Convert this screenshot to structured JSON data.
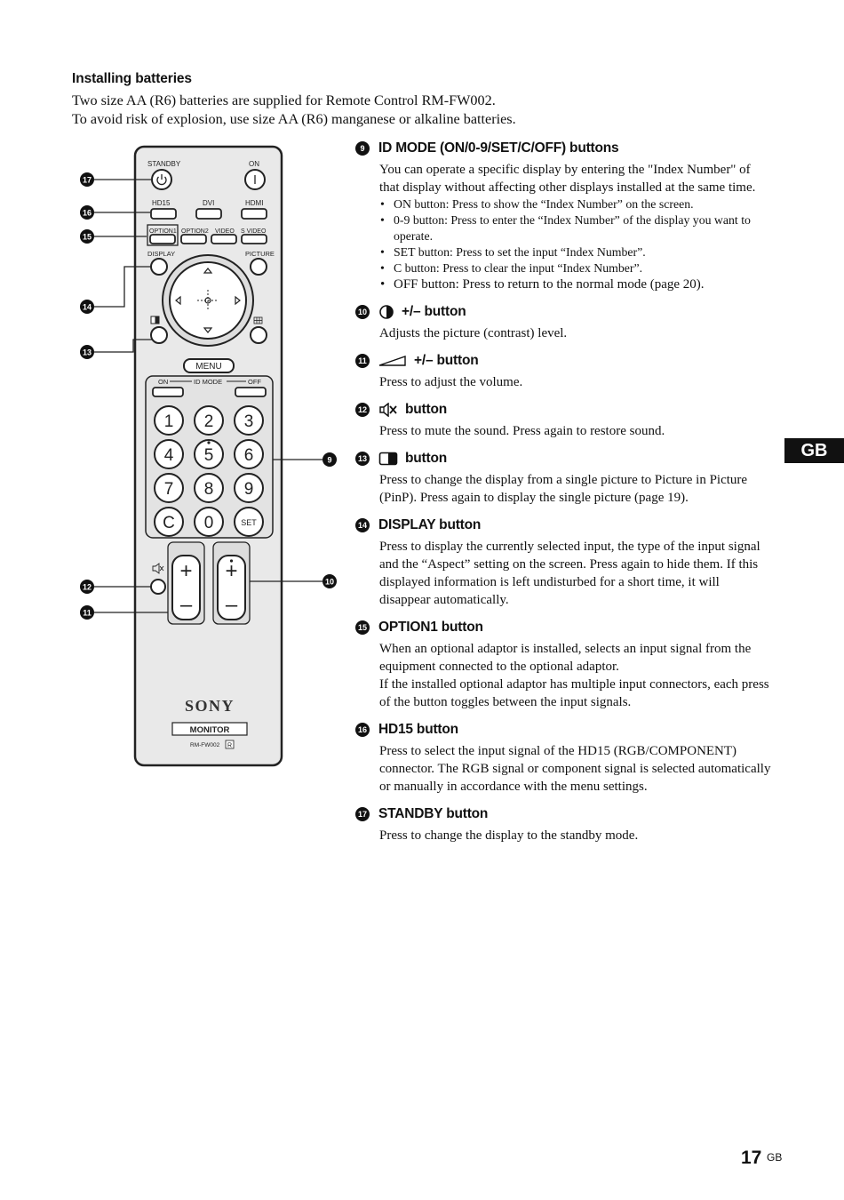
{
  "intro": {
    "heading": "Installing batteries",
    "line1": "Two size AA (R6) batteries are supplied for Remote Control RM-FW002.",
    "line2": "To avoid risk of explosion, use size AA (R6) manganese or alkaline batteries."
  },
  "remote": {
    "labels": {
      "standby": "STANDBY",
      "on": "ON",
      "hd15": "HD15",
      "dvi": "DVI",
      "hdmi": "HDMI",
      "option1": "OPTION1",
      "option2": "OPTION2",
      "video": "VIDEO",
      "svideo": "S VIDEO",
      "display": "DISPLAY",
      "picture": "PICTURE",
      "menu": "MENU",
      "id_on": "ON",
      "id_mode": "ID MODE",
      "id_off": "OFF",
      "k1": "1",
      "k2": "2",
      "k3": "3",
      "k4": "4",
      "k5": "5",
      "k6": "6",
      "k7": "7",
      "k8": "8",
      "k9": "9",
      "kc": "C",
      "k0": "0",
      "kset": "SET",
      "plus": "+",
      "minus": "–",
      "brand": "SONY",
      "monitor": "MONITOR",
      "model": "RM-FW002",
      "r_mark": "R"
    },
    "callouts": {
      "c17": "17",
      "c16": "16",
      "c15": "15",
      "c14": "14",
      "c13": "13",
      "c9": "9",
      "c12": "12",
      "c11": "11",
      "c10": "10"
    }
  },
  "items": [
    {
      "num": "9",
      "title": "ID MODE (ON/0-9/SET/C/OFF) buttons",
      "text": "You can operate a specific display by entering the \"Index Number\" of that display without affecting other displays installed at the same time.",
      "bullets": [
        "ON button: Press to show the “Index Number” on the screen.",
        "0-9 button: Press to enter the “Index Number” of the display you want to operate.",
        "SET button: Press to set the input “Index Number”.",
        "C button: Press to clear the input “Index Number”.",
        "OFF button: Press to return to the normal mode (page 20)."
      ]
    },
    {
      "num": "10",
      "icon": "contrast-icon",
      "title": "+/– button",
      "text": "Adjusts the picture (contrast) level."
    },
    {
      "num": "11",
      "icon": "volume-icon",
      "title": "+/– button",
      "text": "Press to adjust the volume."
    },
    {
      "num": "12",
      "icon": "mute-icon",
      "title": "button",
      "text": "Press to mute the sound. Press again to restore sound."
    },
    {
      "num": "13",
      "icon": "pinp-icon",
      "title": "button",
      "text": "Press to change the display from a single picture to Picture in Picture (PinP). Press again to display the single picture (page 19)."
    },
    {
      "num": "14",
      "title": "DISPLAY button",
      "text": "Press to display the currently selected input, the type of the input signal and the “Aspect” setting on the screen. Press again to hide them. If this displayed information is left undisturbed for a short time, it will disappear automatically."
    },
    {
      "num": "15",
      "title": "OPTION1 button",
      "text": "When an optional adaptor is installed, selects an input signal from the equipment connected to the optional adaptor.",
      "text2": "If the installed optional adaptor has multiple input connectors, each press of the button toggles between the input signals."
    },
    {
      "num": "16",
      "title": "HD15 button",
      "text": "Press to select the input signal of the HD15 (RGB/COMPONENT) connector. The RGB signal or component signal is selected automatically or manually in accordance with the menu settings."
    },
    {
      "num": "17",
      "title": "STANDBY button",
      "text": "Press to change the display to the standby mode."
    }
  ],
  "tab": "GB",
  "footer": {
    "page": "17",
    "suffix": "GB"
  }
}
